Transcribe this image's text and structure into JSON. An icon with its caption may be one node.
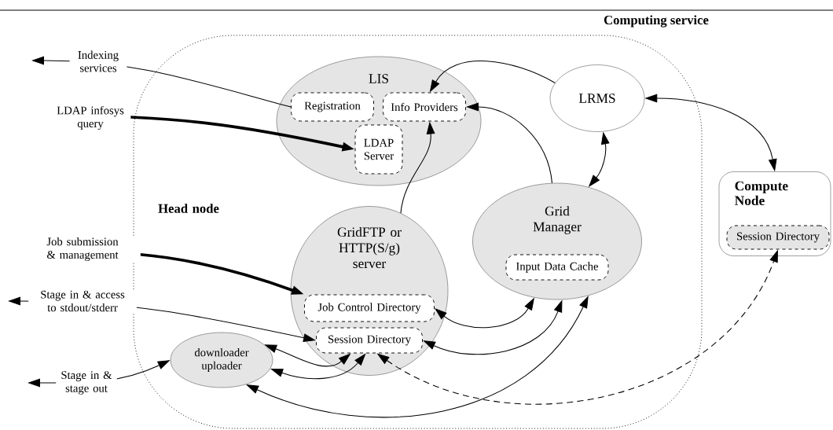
{
  "diagram": {
    "title": "Computing service",
    "nodes": [
      {
        "text": [
          "Head node"
        ]
      },
      {
        "text": [
          "LIS"
        ],
        "in": 0
      },
      {
        "text": [
          "Registration"
        ],
        "in": 1
      },
      {
        "text": [
          "Info Providers"
        ],
        "in": 1
      },
      {
        "text": [
          "LDAP Server"
        ],
        "in": 1
      },
      {
        "text": [
          "LRMS"
        ],
        "in": 0
      },
      {
        "text": [
          "GridFTP or HTTP(S/g) server"
        ],
        "in": 0
      },
      {
        "text": [
          "Job Control Directory"
        ],
        "in": 6
      },
      {
        "text": [
          "Session Directory"
        ],
        "in": 6
      },
      {
        "text": [
          "Grid Manager"
        ],
        "in": 0
      },
      {
        "text": [
          "Input Data Cache"
        ],
        "in": 9
      },
      {
        "text": [
          "downloader uploader"
        ],
        "in": 0
      },
      {
        "text": [
          "Compute Node"
        ]
      },
      {
        "text": [
          "Session Directory"
        ],
        "in": 12
      }
    ],
    "edges": [
      {
        "from": 2,
        "to": null,
        "arrow": "to",
        "label": "Indexing services"
      },
      {
        "from": null,
        "to": 4,
        "arrow": "to",
        "label": "LDAP infosys query",
        "style": "thick"
      },
      {
        "from": 5,
        "to": 3,
        "arrow": "to"
      },
      {
        "from": 9,
        "to": 3,
        "arrow": "to"
      },
      {
        "from": 6,
        "to": 3,
        "arrow": "to"
      },
      {
        "from": 5,
        "to": 9,
        "arrow": "both"
      },
      {
        "from": 5,
        "to": 12,
        "arrow": "both"
      },
      {
        "from": null,
        "to": 7,
        "arrow": "to",
        "label": "Job submission & management",
        "style": "thick"
      },
      {
        "from": null,
        "to": 8,
        "arrow": "both",
        "label": "Stage in & access to stdout/stderr"
      },
      {
        "from": null,
        "to": 11,
        "arrow": "both",
        "label": "Stage in & stage out"
      },
      {
        "from": 7,
        "to": 9,
        "arrow": "both"
      },
      {
        "from": 8,
        "to": 9,
        "arrow": "both"
      },
      {
        "from": 11,
        "to": 8,
        "arrow": "both"
      },
      {
        "from": 11,
        "to": 8,
        "arrow": "both"
      },
      {
        "from": 11,
        "to": 9,
        "arrow": "both"
      },
      {
        "from": 8,
        "to": 13,
        "arrow": "both",
        "style": "dashed"
      }
    ]
  }
}
